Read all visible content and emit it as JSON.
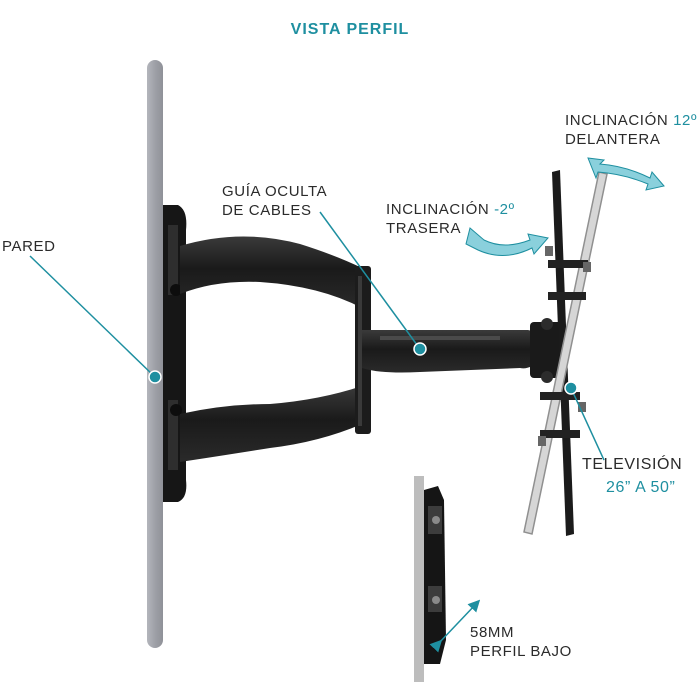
{
  "title": "VISTA PERFIL",
  "labels": {
    "pared": "PARED",
    "guia_line1": "GUÍA OCULTA",
    "guia_line2": "DE CABLES",
    "incl_trasera_word": "INCLINACIÓN",
    "incl_trasera_value": "-2º",
    "incl_trasera_line2": "TRASERA",
    "incl_delantera_word": "INCLINACIÓN",
    "incl_delantera_value": "12º",
    "incl_delantera_line2": "DELANTERA",
    "television": "TELEVISIÓN",
    "television_sizes": "26” A 50”",
    "perfil_line1": "58MM",
    "perfil_line2": "PERFIL BAJO"
  },
  "colors": {
    "accent": "#1e8fa0",
    "arrow_fill": "#8ad0dc",
    "wall": "#a2a4ab",
    "mount_dark": "#1b1b1b",
    "tv_outline": "#9a9a9a",
    "text": "#2b2b2b"
  },
  "icons": [
    "pointer-dot-icon",
    "curved-double-arrow-icon",
    "diagonal-double-arrow-icon"
  ]
}
